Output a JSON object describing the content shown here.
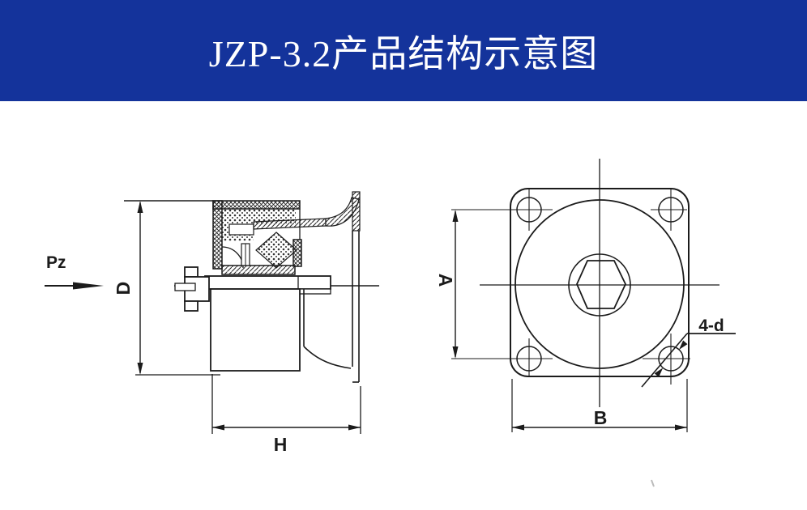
{
  "header": {
    "title": "JZP-3.2产品结构示意图",
    "bg_color": "#14339B",
    "text_color": "#FFFFFF"
  },
  "colors": {
    "line": "#1B1B1B",
    "background": "#FFFFFF"
  },
  "section_view": {
    "labels": {
      "pz": "Pz",
      "d": "D",
      "h": "H"
    }
  },
  "front_view": {
    "labels": {
      "a": "A",
      "b": "B",
      "holes": "4-d"
    }
  }
}
